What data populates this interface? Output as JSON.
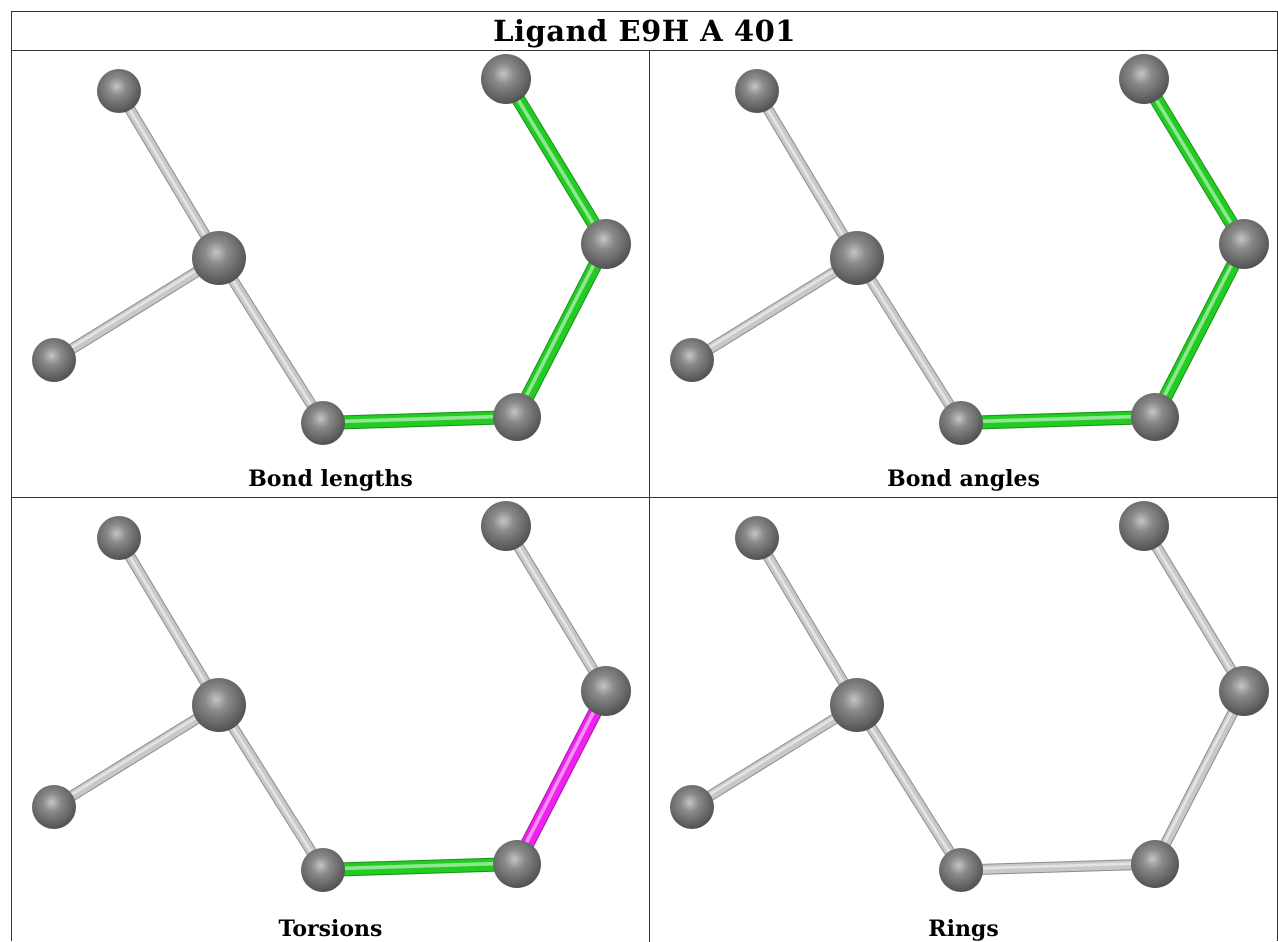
{
  "title": "Ligand E9H A 401",
  "colors": {
    "atom": "#7d7d7d",
    "default_bond": "#c8c8c8",
    "outlier_green": "#22cc22",
    "outlier_magenta": "#ee22ee"
  },
  "panels": [
    {
      "id": "bond-lengths",
      "label": "Bond lengths",
      "bond_colors": [
        "default_bond",
        "default_bond",
        "default_bond",
        "outlier_green",
        "outlier_green",
        "outlier_green"
      ]
    },
    {
      "id": "bond-angles",
      "label": "Bond angles",
      "bond_colors": [
        "default_bond",
        "default_bond",
        "default_bond",
        "outlier_green",
        "outlier_green",
        "outlier_green"
      ]
    },
    {
      "id": "torsions",
      "label": "Torsions",
      "bond_colors": [
        "default_bond",
        "default_bond",
        "default_bond",
        "outlier_green",
        "outlier_magenta",
        "default_bond"
      ]
    },
    {
      "id": "rings",
      "label": "Rings",
      "bond_colors": [
        "default_bond",
        "default_bond",
        "default_bond",
        "default_bond",
        "default_bond",
        "default_bond"
      ]
    }
  ]
}
